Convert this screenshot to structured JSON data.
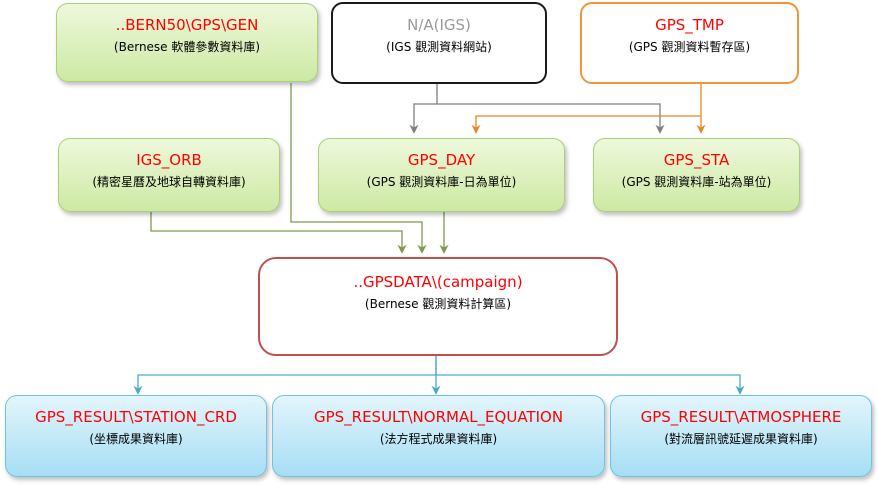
{
  "nodes": {
    "bern50_gen": {
      "title": "..BERN50\\GPS\\GEN",
      "subtitle": "(Bernese 軟體參數資料庫)"
    },
    "igs_na": {
      "title": "N/A(IGS)",
      "subtitle": "(IGS 觀測資料網站)"
    },
    "gps_tmp": {
      "title": "GPS_TMP",
      "subtitle": "(GPS 觀測資料暫存區)"
    },
    "igs_orb": {
      "title": "IGS_ORB",
      "subtitle": "(精密星曆及地球自轉資料庫)"
    },
    "gps_day": {
      "title": "GPS_DAY",
      "subtitle": "(GPS 觀測資料庫-日為單位)"
    },
    "gps_sta": {
      "title": "GPS_STA",
      "subtitle": "(GPS 觀測資料庫-站為單位)"
    },
    "gpsdata_campaign": {
      "title": "..GPSDATA\\(campaign)",
      "subtitle": "(Bernese 觀測資料計算區)"
    },
    "result_station_crd": {
      "title": "GPS_RESULT\\STATION_CRD",
      "subtitle": "(坐標成果資料庫)"
    },
    "result_normal_equation": {
      "title": "GPS_RESULT\\NORMAL_EQUATION",
      "subtitle": "(法方程式成果資料庫)"
    },
    "result_atmosphere": {
      "title": "GPS_RESULT\\ATMOSPHERE",
      "subtitle": "(對流層訊號延遲成果資料庫)"
    }
  },
  "colors": {
    "title_red": "#ff0000",
    "title_gray": "#9a9a9a",
    "green_arrow": "#7f9a4d",
    "gray_arrow": "#7f7f7f",
    "orange_arrow": "#e8862a",
    "blue_arrow": "#4bacc6"
  }
}
